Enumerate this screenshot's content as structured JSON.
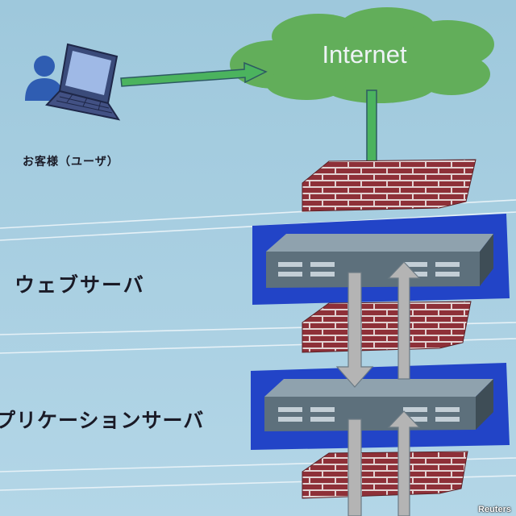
{
  "labels": {
    "internet": "Internet",
    "user": "お客様（ユーザ）",
    "web_server": "ウェブサーバ",
    "app_server": "プリケーションサーバ"
  },
  "credit": "Reuters",
  "colors": {
    "background": "#a9cfe3",
    "cloud": "#62ae5a",
    "flow_arrow": "#4bb35e",
    "tier_panel": "#2244c7",
    "firewall_brick": "#8e3038",
    "server_rack": "#5d707c",
    "sync_arrow": "#b4b4b4"
  },
  "icons": [
    "user-icon",
    "laptop-icon",
    "cloud-icon",
    "firewall-icon",
    "server-icon"
  ]
}
